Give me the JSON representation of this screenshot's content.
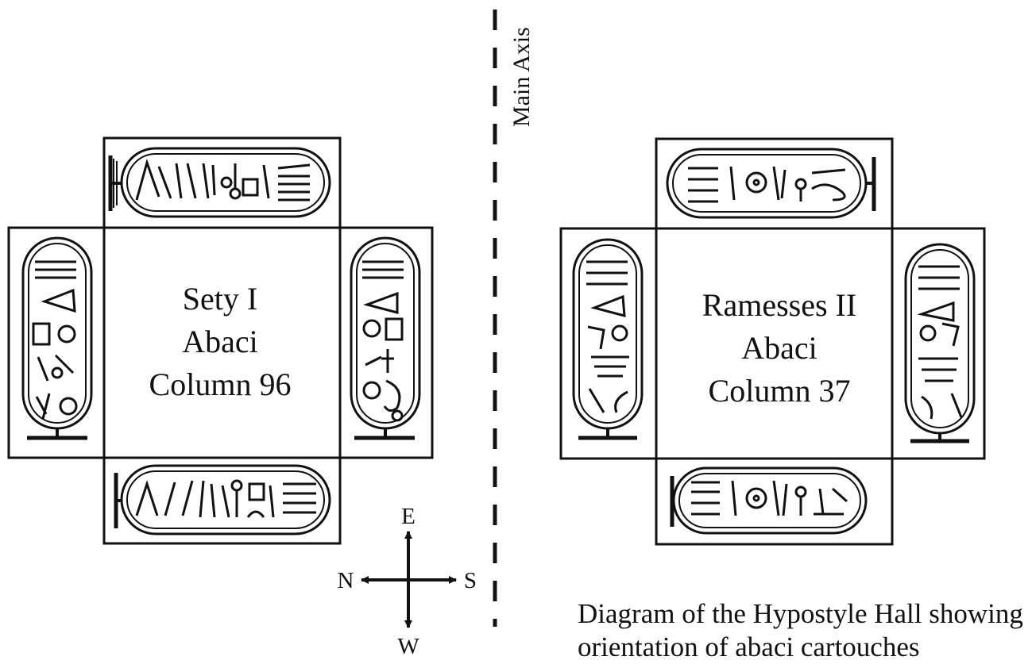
{
  "main_axis": {
    "label": "Main Axis"
  },
  "columns": [
    {
      "id": "sety",
      "title_lines": [
        "Sety I",
        "Abaci",
        "Column 96"
      ]
    },
    {
      "id": "ramesses",
      "title_lines": [
        "Ramesses II",
        "Abaci",
        "Column 37"
      ]
    }
  ],
  "compass": {
    "east": "E",
    "north": "N",
    "south": "S",
    "west": "W"
  },
  "caption": {
    "line1": "Diagram of the Hypostyle Hall showing",
    "line2": "orientation of abaci cartouches"
  }
}
